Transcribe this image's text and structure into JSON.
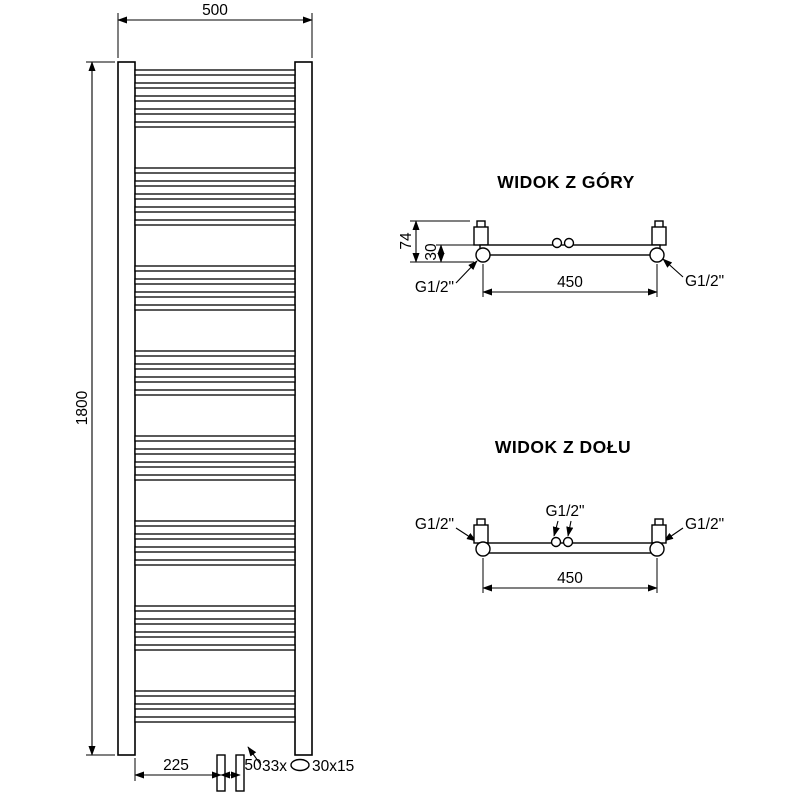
{
  "drawing": {
    "background": "#ffffff",
    "line_color": "#000000"
  },
  "front_view": {
    "dim_width": "500",
    "dim_height": "1800",
    "dim_bottom_offset": "225",
    "dim_pipe_spacing": "50",
    "rung_count_label": "33x",
    "rung_profile_label": "30x15",
    "rung_groups": [
      5,
      5,
      4,
      4,
      4,
      4,
      4,
      3
    ]
  },
  "top_view": {
    "title": "WIDOK Z GÓRY",
    "dim_depth": "74",
    "dim_inset": "30",
    "dim_span": "450",
    "fitting_left": "G1/2\"",
    "fitting_right": "G1/2\""
  },
  "bottom_view": {
    "title": "WIDOK Z DOŁU",
    "dim_span": "450",
    "fitting_left": "G1/2\"",
    "fitting_center": "G1/2\"",
    "fitting_right": "G1/2\""
  }
}
